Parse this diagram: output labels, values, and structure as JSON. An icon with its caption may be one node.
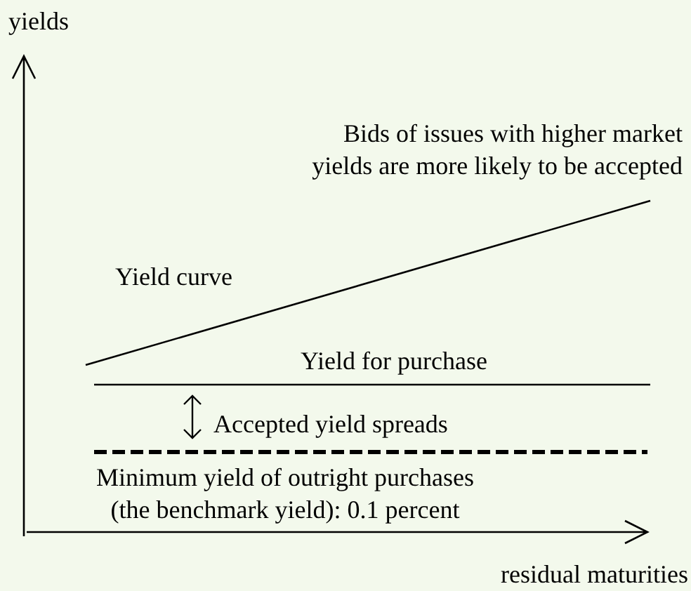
{
  "diagram": {
    "labels": [
      "yields",
      "Bids of issues with higher market yields are more likely to be accepted",
      "Yield curve",
      "Yield for purchase",
      "Accepted yield spreads",
      "Minimum yield of outright purchases (the benchmark yield): 0.1 percent",
      "residual maturities"
    ]
  }
}
